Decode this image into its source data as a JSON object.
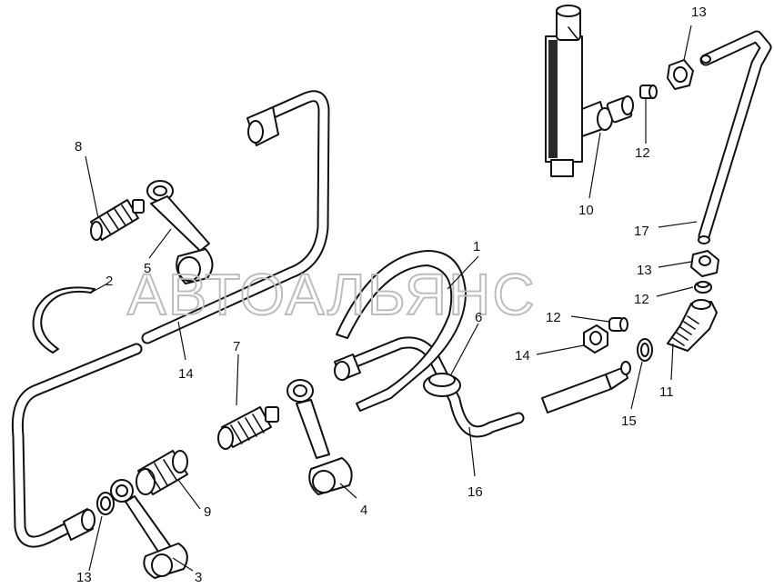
{
  "diagram": {
    "watermark": "АВТОАЛЬЯНС",
    "callouts": [
      {
        "id": "c1",
        "label": "1"
      },
      {
        "id": "c2",
        "label": "2"
      },
      {
        "id": "c3",
        "label": "3"
      },
      {
        "id": "c4",
        "label": "4"
      },
      {
        "id": "c5",
        "label": "5"
      },
      {
        "id": "c6",
        "label": "6"
      },
      {
        "id": "c7",
        "label": "7"
      },
      {
        "id": "c8",
        "label": "8"
      },
      {
        "id": "c9",
        "label": "9"
      },
      {
        "id": "c10",
        "label": "10"
      },
      {
        "id": "c11",
        "label": "11"
      },
      {
        "id": "c12a",
        "label": "12"
      },
      {
        "id": "c12b",
        "label": "12"
      },
      {
        "id": "c12c",
        "label": "12"
      },
      {
        "id": "c13a",
        "label": "13"
      },
      {
        "id": "c13b",
        "label": "13"
      },
      {
        "id": "c13c",
        "label": "13"
      },
      {
        "id": "c14a",
        "label": "14"
      },
      {
        "id": "c14b",
        "label": "14"
      },
      {
        "id": "c15",
        "label": "15"
      },
      {
        "id": "c16",
        "label": "16"
      },
      {
        "id": "c17",
        "label": "17"
      }
    ]
  }
}
